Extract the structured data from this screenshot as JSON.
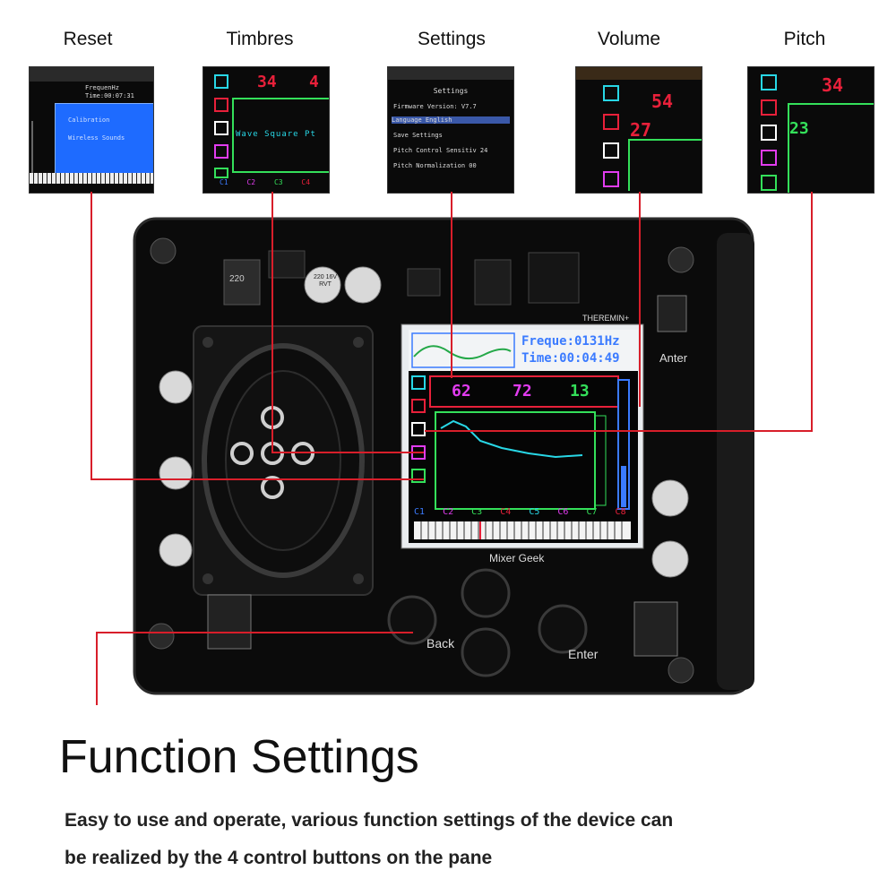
{
  "labels": {
    "reset": "Reset",
    "timbres": "Timbres",
    "settings": "Settings",
    "volume": "Volume",
    "pitch": "Pitch"
  },
  "thumb_reset": {
    "line1": "FrequenHz",
    "line2": "Time:00:07:31",
    "btn1": "Calibration",
    "btn2": "Wireless Sounds"
  },
  "thumb_timbres": {
    "top_num1": "34",
    "top_num2": "4",
    "wave_text": "Wave Square Pt",
    "keys": [
      "C1",
      "C2",
      "C3",
      "C4"
    ]
  },
  "thumb_settings": {
    "title": "Settings",
    "rows": [
      "Firmware Version: V7.7",
      "Language         English",
      "Save Settings",
      "Pitch Control Sensitiv 24",
      "Pitch Normalization  00"
    ]
  },
  "thumb_volume": {
    "num1": "54",
    "num2": "27"
  },
  "thumb_pitch": {
    "num1": "34",
    "num2": "23"
  },
  "screen": {
    "freq": "Freque:0131Hz",
    "time": "Time:00:04:49",
    "val_vol": "62",
    "val_mid": "72",
    "val_right": "13",
    "keys": [
      "C1",
      "C2",
      "C3",
      "C4",
      "C5",
      "C6",
      "C7",
      "C8"
    ]
  },
  "board": {
    "mixer_label": "Mixer Geek",
    "back_label": "Back",
    "enter_label": "Enter",
    "theremin_label": "THEREMIN+",
    "antenna_label": "Anter",
    "cap_label": "220 16V RVT",
    "inductor_label": "220"
  },
  "heading": "Function Settings",
  "description": [
    "Easy to use and operate, various function settings of the device can",
    "be realized by the 4 control buttons on the pane"
  ],
  "colors": {
    "line": "#d81e2a",
    "screen_blue": "#3b7bff",
    "screen_red": "#e8203a",
    "screen_green": "#34e05a",
    "screen_cyan": "#28d7e6",
    "screen_magenta": "#e23cf0"
  }
}
